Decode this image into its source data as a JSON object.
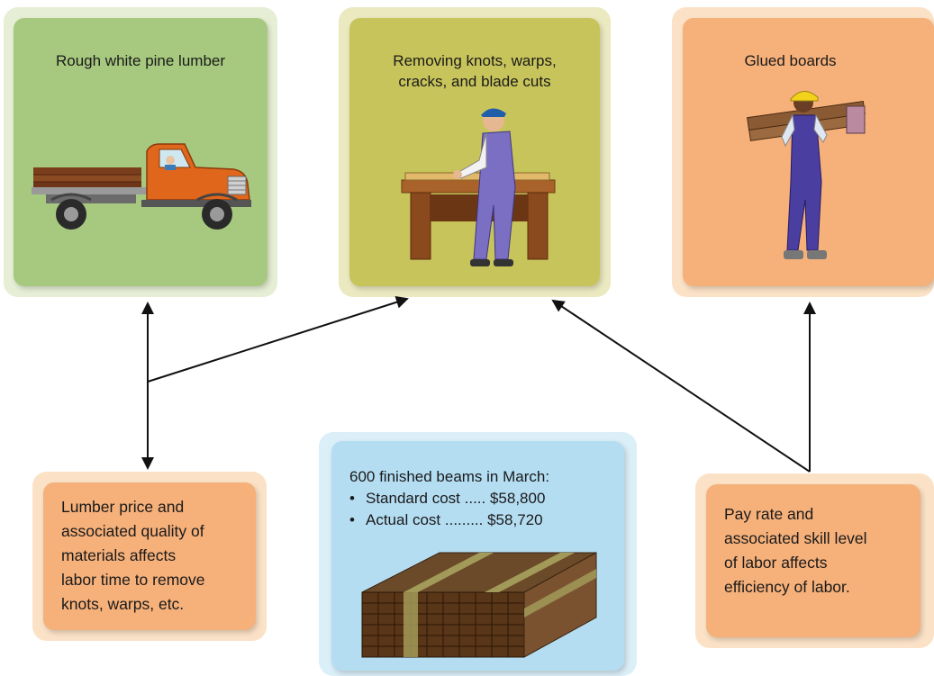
{
  "panels": {
    "lumber": {
      "title": "Rough white pine lumber"
    },
    "removing": {
      "title_line1": "Removing knots, warps,",
      "title_line2": "cracks, and blade cuts"
    },
    "glued": {
      "title": "Glued boards"
    }
  },
  "notes": {
    "lumber_price": {
      "lines": [
        "Lumber price and",
        "associated quality of",
        "materials affects",
        "labor time to remove",
        "knots, warps, etc."
      ]
    },
    "pay_rate": {
      "lines": [
        "Pay rate and",
        "associated skill level",
        "of labor affects",
        "efficiency of labor."
      ]
    }
  },
  "summary": {
    "heading": "600 finished beams in March:",
    "items": [
      {
        "bullet": "•",
        "text": "Standard cost ..... $58,800"
      },
      {
        "bullet": "•",
        "text": "Actual cost ......... $58,720"
      }
    ]
  },
  "colors": {
    "green_panel": "#a7c97f",
    "green_border": "#e6efd6",
    "olive_panel": "#c8c45c",
    "olive_border": "#ebe9c0",
    "orange_panel": "#f6b07a",
    "orange_border": "#fbe2c6",
    "blue_panel": "#b4ddf2",
    "blue_border": "#dbeff9"
  },
  "icons": [
    "truck-illustration",
    "worker-at-bench-illustration",
    "worker-carrying-boards-illustration",
    "lumber-stack-illustration"
  ]
}
